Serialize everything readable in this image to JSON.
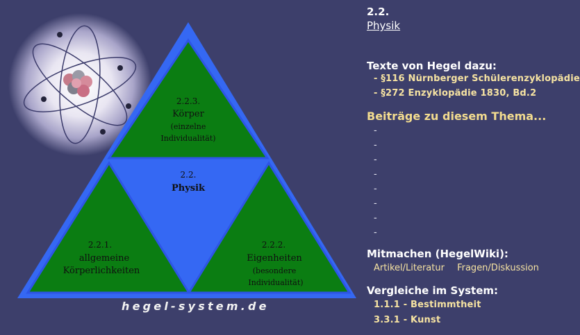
{
  "diagram": {
    "top": {
      "number": "2.2.3.",
      "title": "Körper",
      "sub1": "(einzelne",
      "sub2": "Individualität)"
    },
    "center": {
      "number": "2.2.",
      "title": "Physik"
    },
    "left": {
      "number": "2.2.1.",
      "line1": "allgemeine",
      "line2": "Körperlichkeiten"
    },
    "right": {
      "number": "2.2.2.",
      "title": "Eigenheiten",
      "sub1": "(besondere",
      "sub2": "Individualität)"
    },
    "footer": "hegel-system.de",
    "colors": {
      "outer_blue": "#3568f3",
      "green": "#0b7d12",
      "border_blue": "#2d55e6",
      "center_blue": "#3868f5"
    },
    "image": "atom-model-image"
  },
  "header": {
    "section_number": "2.2.",
    "section_title": "Physik"
  },
  "hegel_texts": {
    "heading": "Texte von Hegel dazu:",
    "items": [
      "- §116 Nürnberger Schülerenzyklopädie",
      "- §272 Enzyklopädie 1830, Bd.2"
    ]
  },
  "contributions": {
    "heading": "Beiträge zu diesem Thema...",
    "items": [
      "-",
      "-",
      "-",
      "-",
      "-",
      "-",
      "-",
      "-"
    ]
  },
  "mitmachen": {
    "heading": "Mitmachen (HegelWiki):",
    "links": [
      "Artikel/Literatur",
      "Fragen/Diskussion"
    ]
  },
  "vergleiche": {
    "heading": "Vergleiche im System:",
    "items": [
      "1.1.1 - Bestimmtheit",
      "3.3.1 - Kunst"
    ]
  }
}
